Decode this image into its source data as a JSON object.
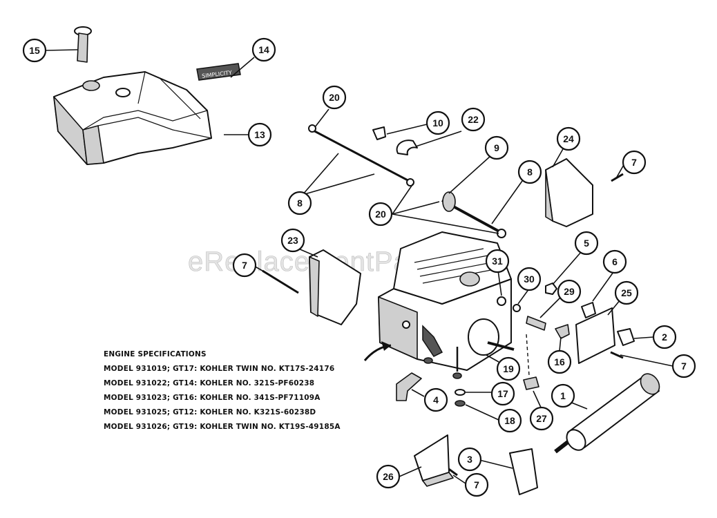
{
  "watermark": "eReplacementParts.com",
  "decal_text": "SIMPLICITY",
  "specifications": {
    "title": "ENGINE SPECIFICATIONS",
    "lines": [
      "MODEL 931019; GT17: KOHLER TWIN NO. KT17S-24176",
      "MODEL 931022; GT14: KOHLER NO. 321S-PF60238",
      "MODEL 931023; GT16: KOHLER NO. 341S-PF71109A",
      "MODEL 931025; GT12: KOHLER NO. K321S-60238D",
      "MODEL 931026; GT19: KOHLER TWIN NO.   KT19S-49185A"
    ]
  },
  "callouts": [
    "15",
    "14",
    "13",
    "20",
    "10",
    "22",
    "9",
    "8",
    "24",
    "7",
    "20",
    "8",
    "23",
    "7",
    "31",
    "5",
    "6",
    "30",
    "29",
    "25",
    "2",
    "7",
    "16",
    "19",
    "4",
    "17",
    "1",
    "18",
    "27",
    "3",
    "26",
    "7"
  ]
}
